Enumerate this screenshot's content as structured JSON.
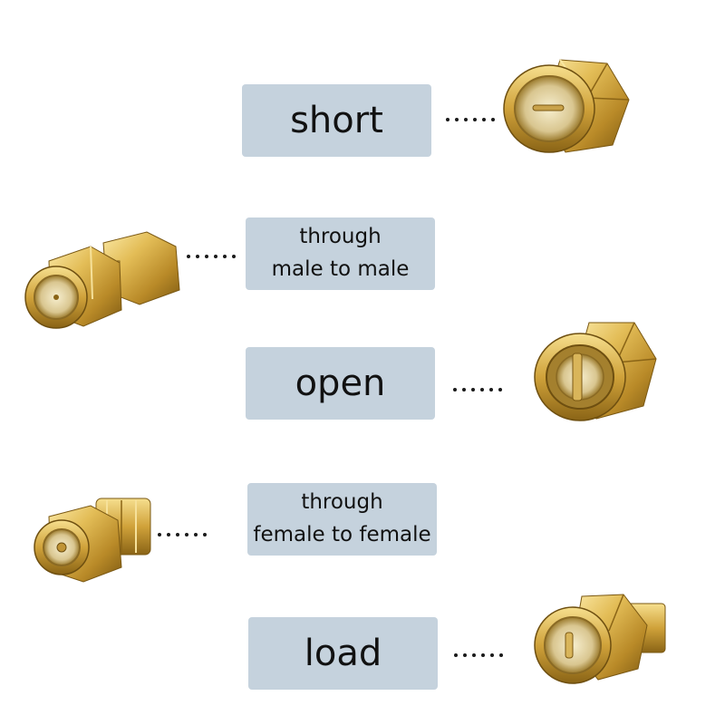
{
  "background_color": "#ffffff",
  "label_box_color": "#c5d2dd",
  "gold_light": "#f1d981",
  "gold_mid": "#d4a93c",
  "gold_dark": "#8a6416",
  "items": [
    {
      "lines": [
        "short"
      ],
      "image": "sma-male-short-cap"
    },
    {
      "lines": [
        "through",
        "male to male"
      ],
      "image": "sma-male-to-male-adapter"
    },
    {
      "lines": [
        "open"
      ],
      "image": "sma-male-open-cap"
    },
    {
      "lines": [
        "through",
        "female to female"
      ],
      "image": "sma-female-to-female-adapter"
    },
    {
      "lines": [
        "load"
      ],
      "image": "sma-male-load-terminator"
    }
  ]
}
